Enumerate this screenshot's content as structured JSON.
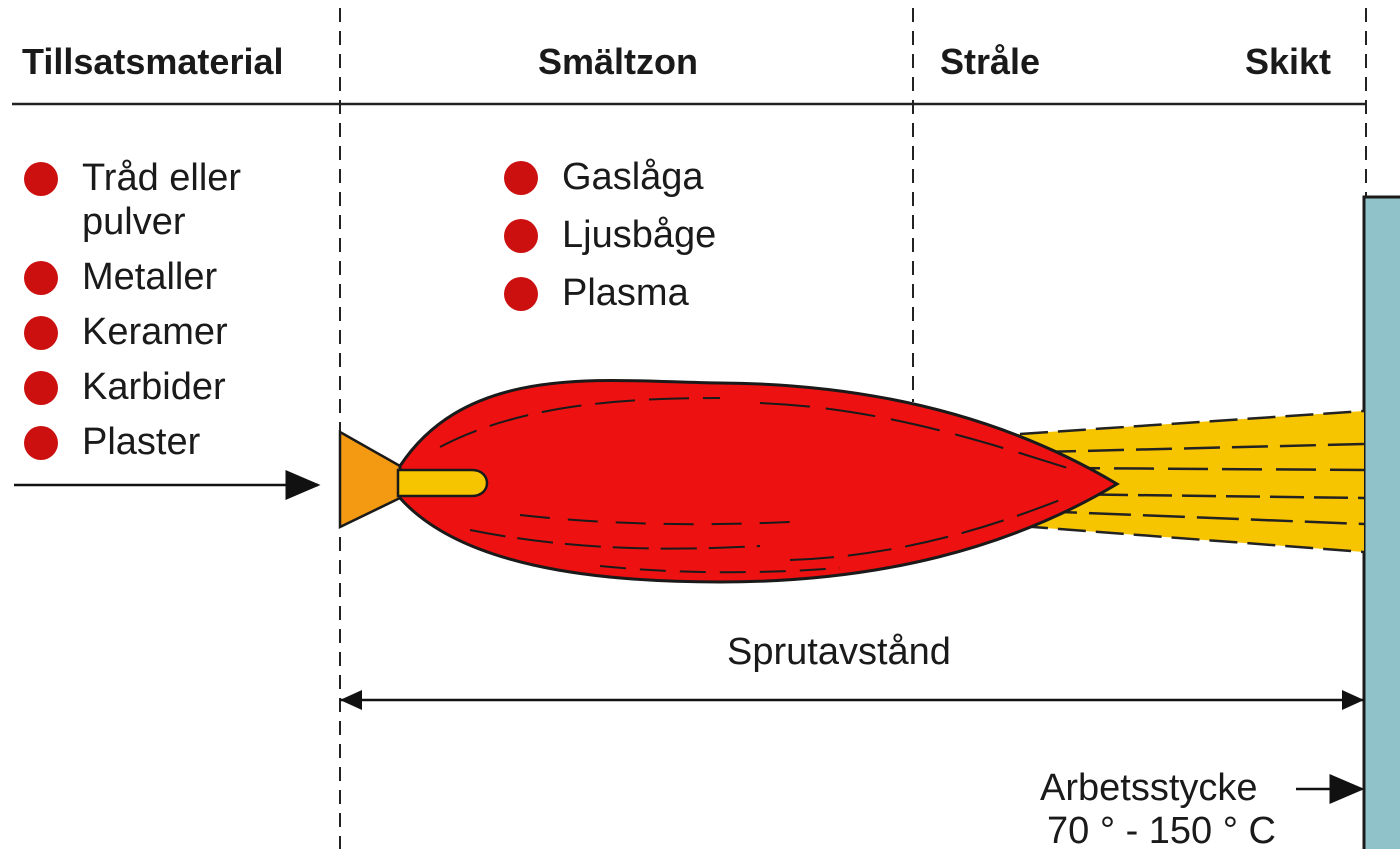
{
  "headers": {
    "material": "Tillsatsmaterial",
    "melt_zone": "Smältzon",
    "jet": "Stråle",
    "layer": "Skikt"
  },
  "material_items": [
    {
      "line1": "Tråd eller",
      "line2": "pulver"
    },
    {
      "line1": "Metaller"
    },
    {
      "line1": "Keramer"
    },
    {
      "line1": "Karbider"
    },
    {
      "line1": "Plaster"
    }
  ],
  "melt_sources": [
    "Gaslåga",
    "Ljusbåge",
    "Plasma"
  ],
  "distance_label": "Sprutavstånd",
  "workpiece": {
    "label": "Arbetsstycke",
    "temperature": "70 ° - 150 ° C"
  },
  "colors": {
    "bullet": "#cc1010",
    "flame": "#ee1111",
    "jet": "#f7c400",
    "nozzle": "#f39a12",
    "workpiece": "#8fc3c9"
  }
}
